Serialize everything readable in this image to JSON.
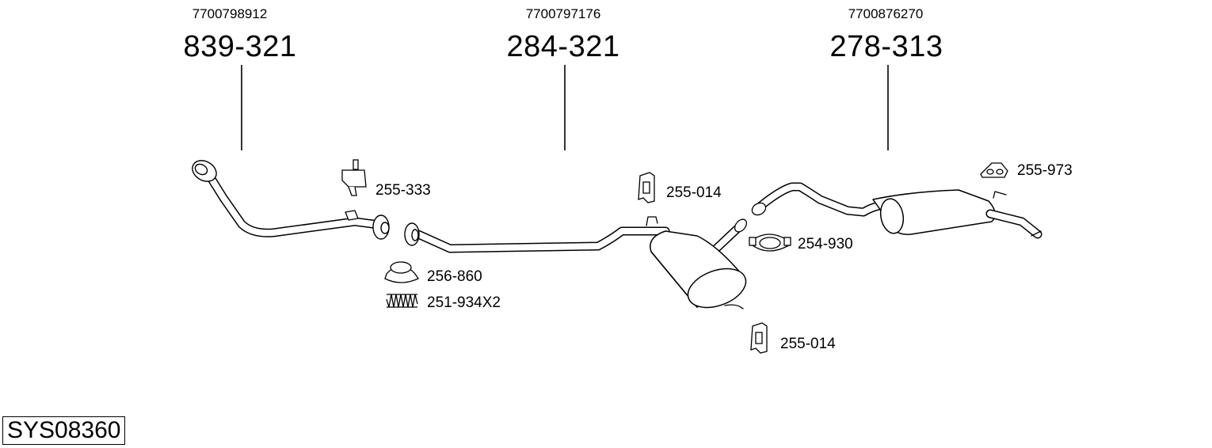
{
  "main_parts": [
    {
      "oem": "7700798912",
      "number": "839-321"
    },
    {
      "oem": "7700797176",
      "number": "284-321"
    },
    {
      "oem": "7700876270",
      "number": "278-313"
    }
  ],
  "accessories": [
    {
      "number": "255-333"
    },
    {
      "number": "256-860"
    },
    {
      "number": "251-934X2"
    },
    {
      "number": "255-014"
    },
    {
      "number": "254-930"
    },
    {
      "number": "255-014"
    },
    {
      "number": "255-973"
    }
  ],
  "system_code": "SYS08360"
}
